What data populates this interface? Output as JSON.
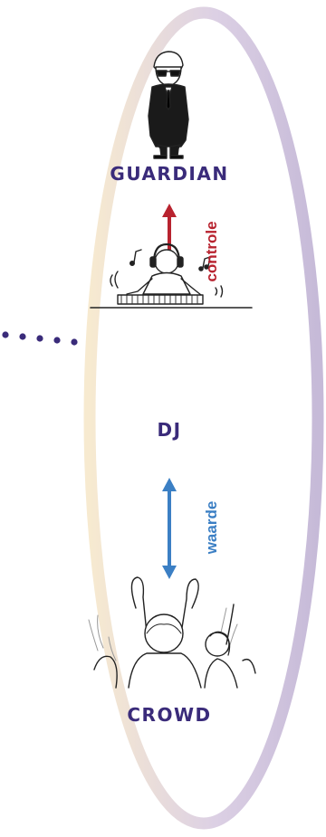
{
  "nodes": {
    "guardian": {
      "label": "GUARDIAN",
      "icon": "guardian-suit-sunglasses-icon"
    },
    "dj": {
      "label": "DJ",
      "icon": "dj-headphones-mixer-icon"
    },
    "crowd": {
      "label": "CROWD",
      "icon": "crowd-raised-hands-icon"
    }
  },
  "relations": {
    "control": {
      "label": "controle",
      "color": "#b8232f"
    },
    "value": {
      "label": "waarde",
      "color": "#3b7fc4"
    }
  },
  "colors": {
    "label": "#3a2b7a",
    "dots": "#3a2b7a",
    "ellipse_left": "#f6e8c8",
    "ellipse_right": "#c9bedb"
  }
}
